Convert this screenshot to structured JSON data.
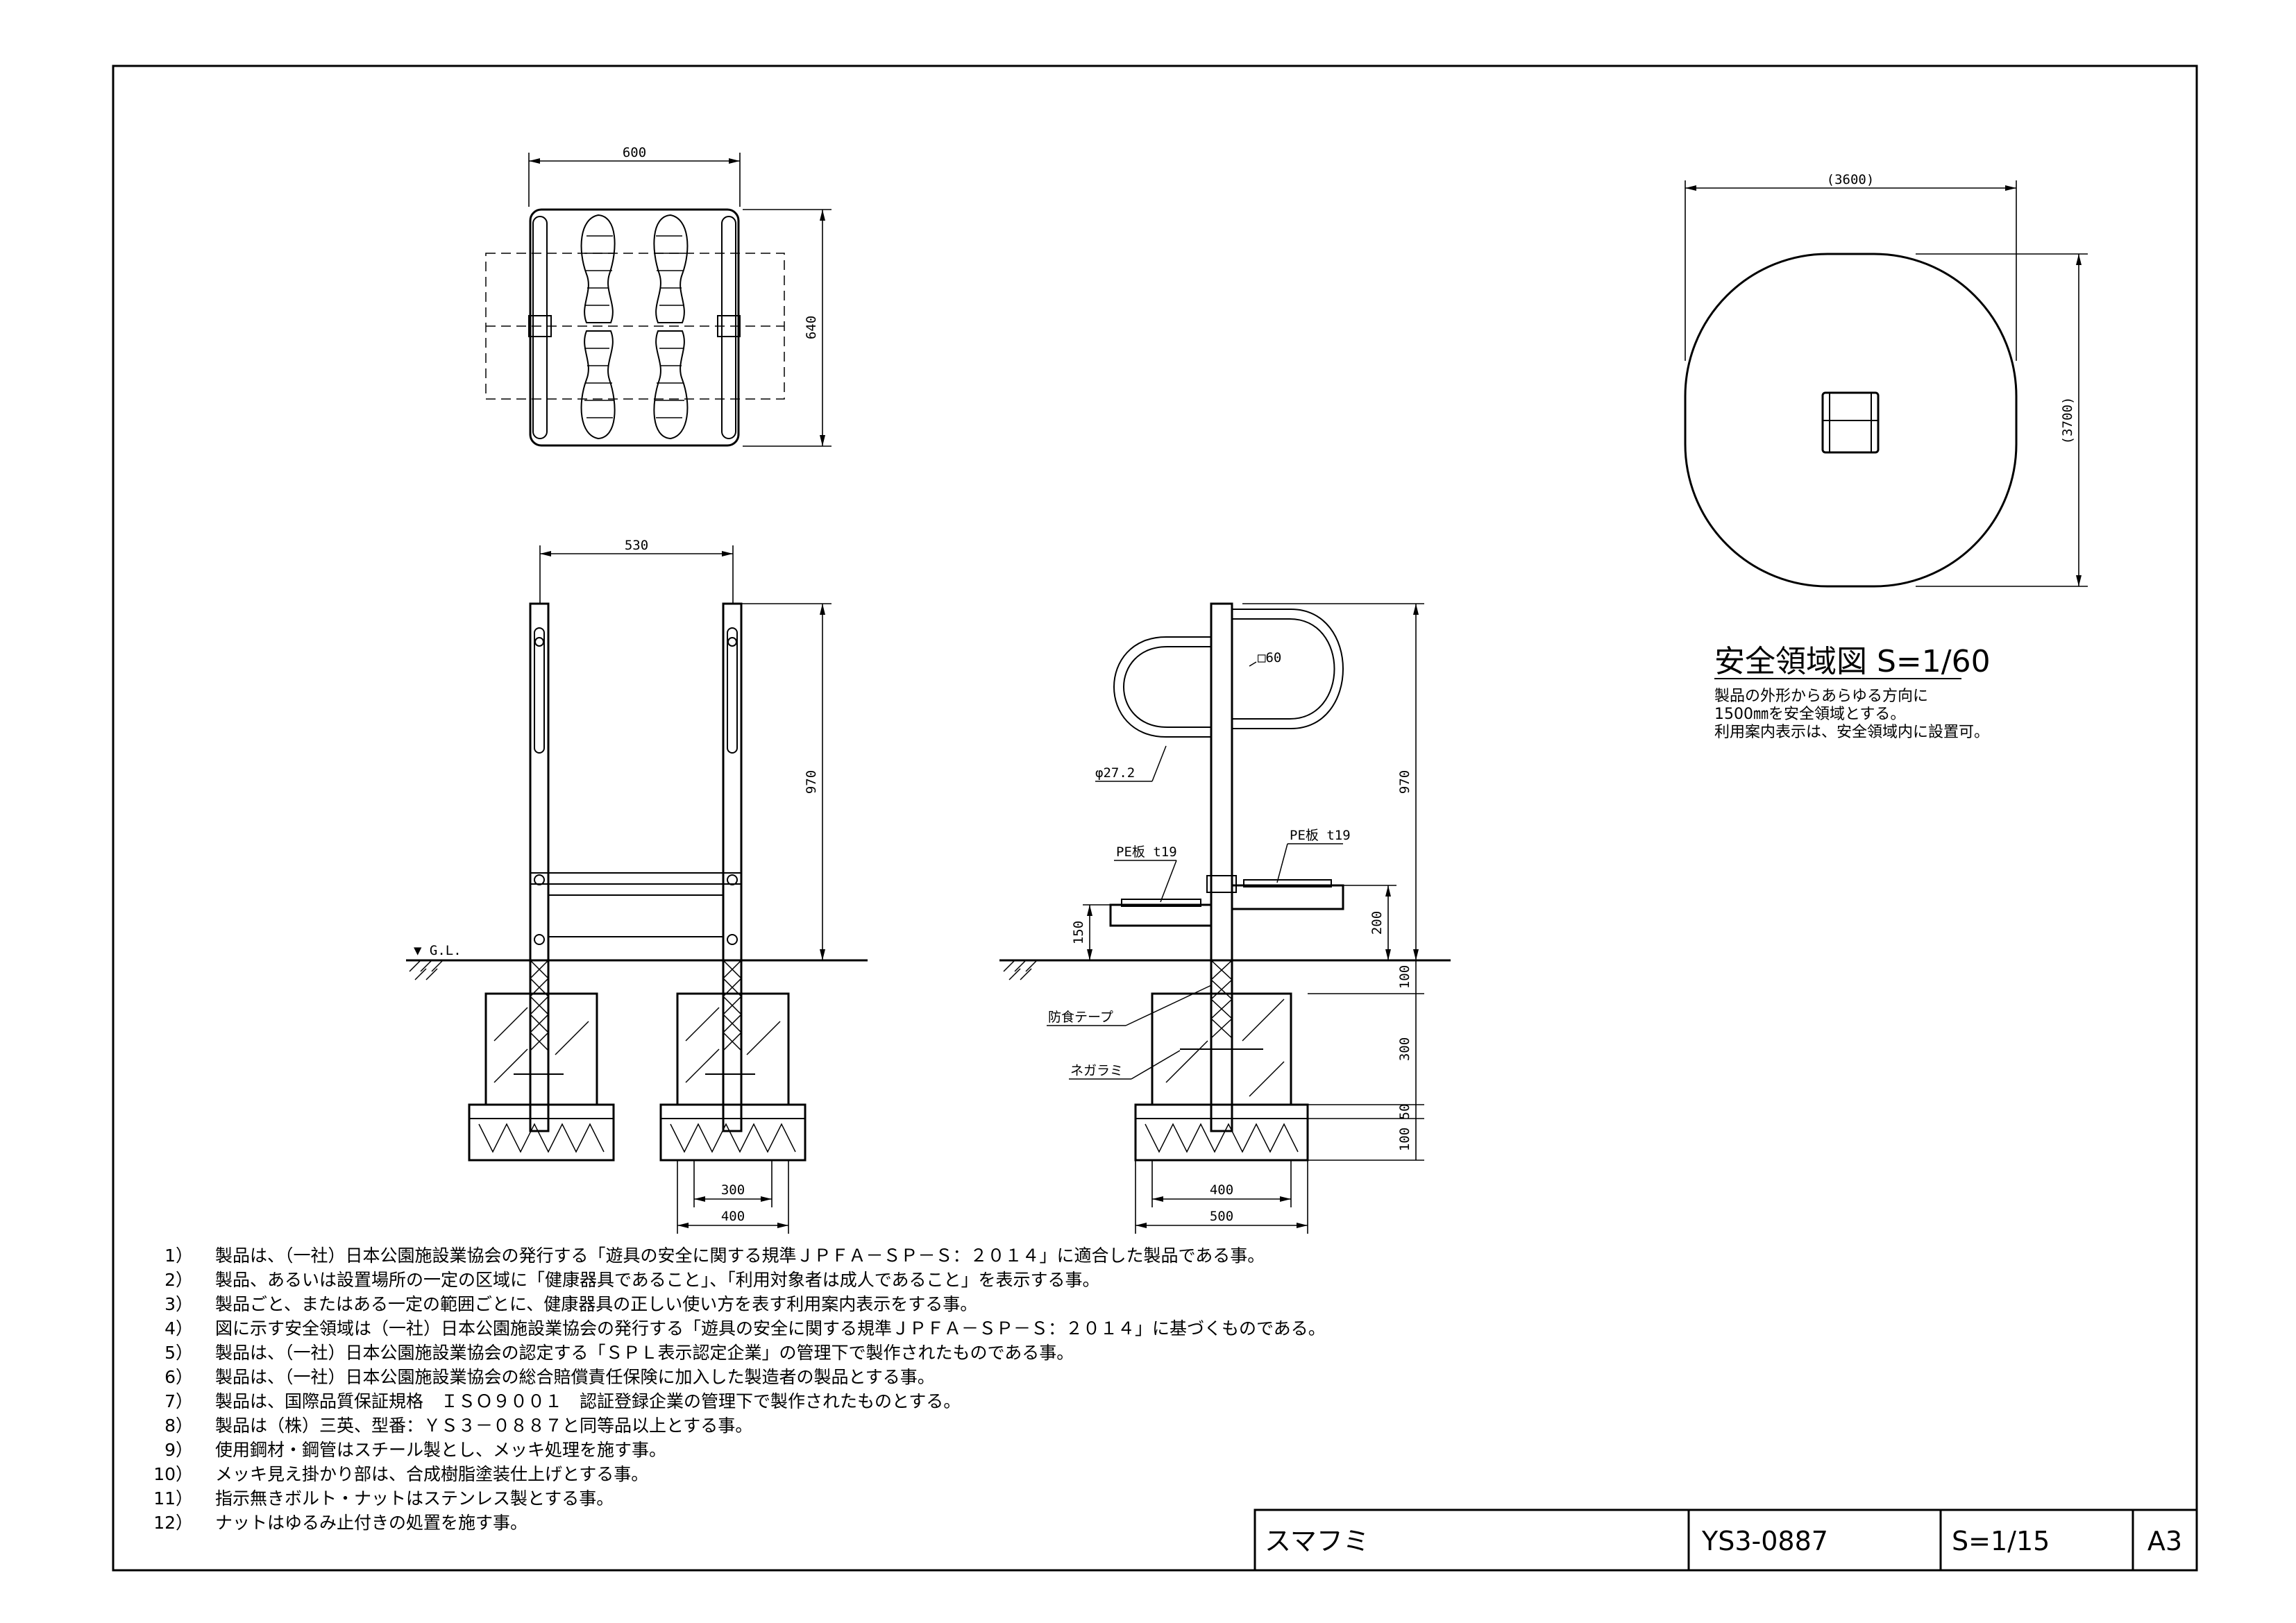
{
  "drawing": {
    "dimensions": {
      "top_width": "600",
      "top_height": "640",
      "front_width": "530",
      "front_height": "970",
      "foot_inner": "300",
      "foot_outer": "400",
      "side_height": "970",
      "side_pipe": "□60",
      "side_tube": "φ27.2",
      "pe_plate_left": "PE板 t19",
      "pe_plate_right": "PE板 t19",
      "step_low": "150",
      "step_high": "200",
      "d100a": "100",
      "d300": "300",
      "d50": "50",
      "d100b": "100",
      "base_inner": "400",
      "base_outer": "500",
      "safety_width": "(3600)",
      "safety_height": "(3700)"
    },
    "labels": {
      "ground_level": "▼ G.L.",
      "anticorrosion_tape": "防食テープ",
      "anchor": "ネガラミ"
    }
  },
  "safety_area": {
    "title": "安全領域図 S=1/60",
    "lines": [
      "製品の外形からあらゆる方向に",
      "1500㎜を安全領域とする。",
      "利用案内表示は、安全領域内に設置可。"
    ]
  },
  "notes": [
    {
      "num": "1）",
      "text": "製品は、（一社）日本公園施設業協会の発行する「遊具の安全に関する規準ＪＰＦＡ－ＳＰ－Ｓ：２０１４」に適合した製品である事。"
    },
    {
      "num": "2）",
      "text": "製品、あるいは設置場所の一定の区域に「健康器具であること」、「利用対象者は成人であること」を表示する事。"
    },
    {
      "num": "3）",
      "text": "製品ごと、またはある一定の範囲ごとに、健康器具の正しい使い方を表す利用案内表示をする事。"
    },
    {
      "num": "4）",
      "text": "図に示す安全領域は（一社）日本公園施設業協会の発行する「遊具の安全に関する規準ＪＰＦＡ－ＳＰ－Ｓ：２０１４」に基づくものである。"
    },
    {
      "num": "5）",
      "text": "製品は、（一社）日本公園施設業協会の認定する「ＳＰＬ表示認定企業」の管理下で製作されたものである事。"
    },
    {
      "num": "6）",
      "text": "製品は、（一社）日本公園施設業協会の総合賠償責任保険に加入した製造者の製品とする事。"
    },
    {
      "num": "7）",
      "text": "製品は、国際品質保証規格　ＩＳＯ９００１　認証登録企業の管理下で製作されたものとする。"
    },
    {
      "num": "8）",
      "text": "製品は（株）三英、型番：ＹＳ３－０８８７と同等品以上とする事。"
    },
    {
      "num": "9）",
      "text": "使用鋼材・鋼管はスチール製とし、メッキ処理を施す事。"
    },
    {
      "num": "10）",
      "text": "メッキ見え掛かり部は、合成樹脂塗装仕上げとする事。"
    },
    {
      "num": "11）",
      "text": "指示無きボルト・ナットはステンレス製とする事。"
    },
    {
      "num": "12）",
      "text": "ナットはゆるみ止付きの処置を施す事。"
    }
  ],
  "title_block": {
    "name": "スマフミ",
    "model": "YS3-0887",
    "scale": "S=1/15",
    "size": "A3"
  }
}
